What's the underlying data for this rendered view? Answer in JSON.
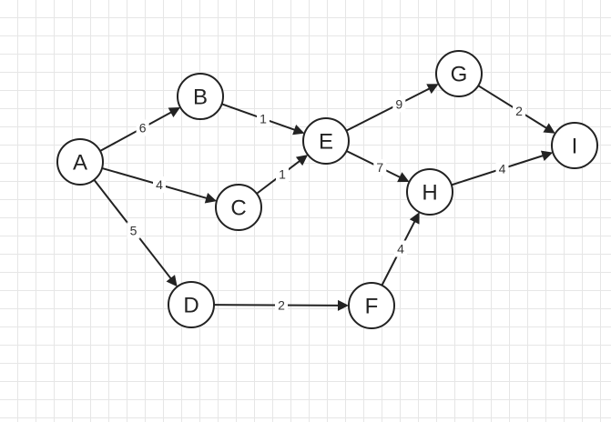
{
  "diagram": {
    "nodes": [
      {
        "id": "A",
        "label": "A"
      },
      {
        "id": "B",
        "label": "B"
      },
      {
        "id": "C",
        "label": "C"
      },
      {
        "id": "D",
        "label": "D"
      },
      {
        "id": "E",
        "label": "E"
      },
      {
        "id": "F",
        "label": "F"
      },
      {
        "id": "G",
        "label": "G"
      },
      {
        "id": "H",
        "label": "H"
      },
      {
        "id": "I",
        "label": "I"
      }
    ],
    "edges": [
      {
        "from": "A",
        "to": "B",
        "weight": "6"
      },
      {
        "from": "A",
        "to": "C",
        "weight": "4"
      },
      {
        "from": "A",
        "to": "D",
        "weight": "5"
      },
      {
        "from": "B",
        "to": "E",
        "weight": "1"
      },
      {
        "from": "C",
        "to": "E",
        "weight": "1"
      },
      {
        "from": "D",
        "to": "F",
        "weight": "2"
      },
      {
        "from": "E",
        "to": "G",
        "weight": "9"
      },
      {
        "from": "E",
        "to": "H",
        "weight": "7"
      },
      {
        "from": "F",
        "to": "H",
        "weight": "4"
      },
      {
        "from": "G",
        "to": "I",
        "weight": "2"
      },
      {
        "from": "H",
        "to": "I",
        "weight": "4"
      }
    ]
  }
}
